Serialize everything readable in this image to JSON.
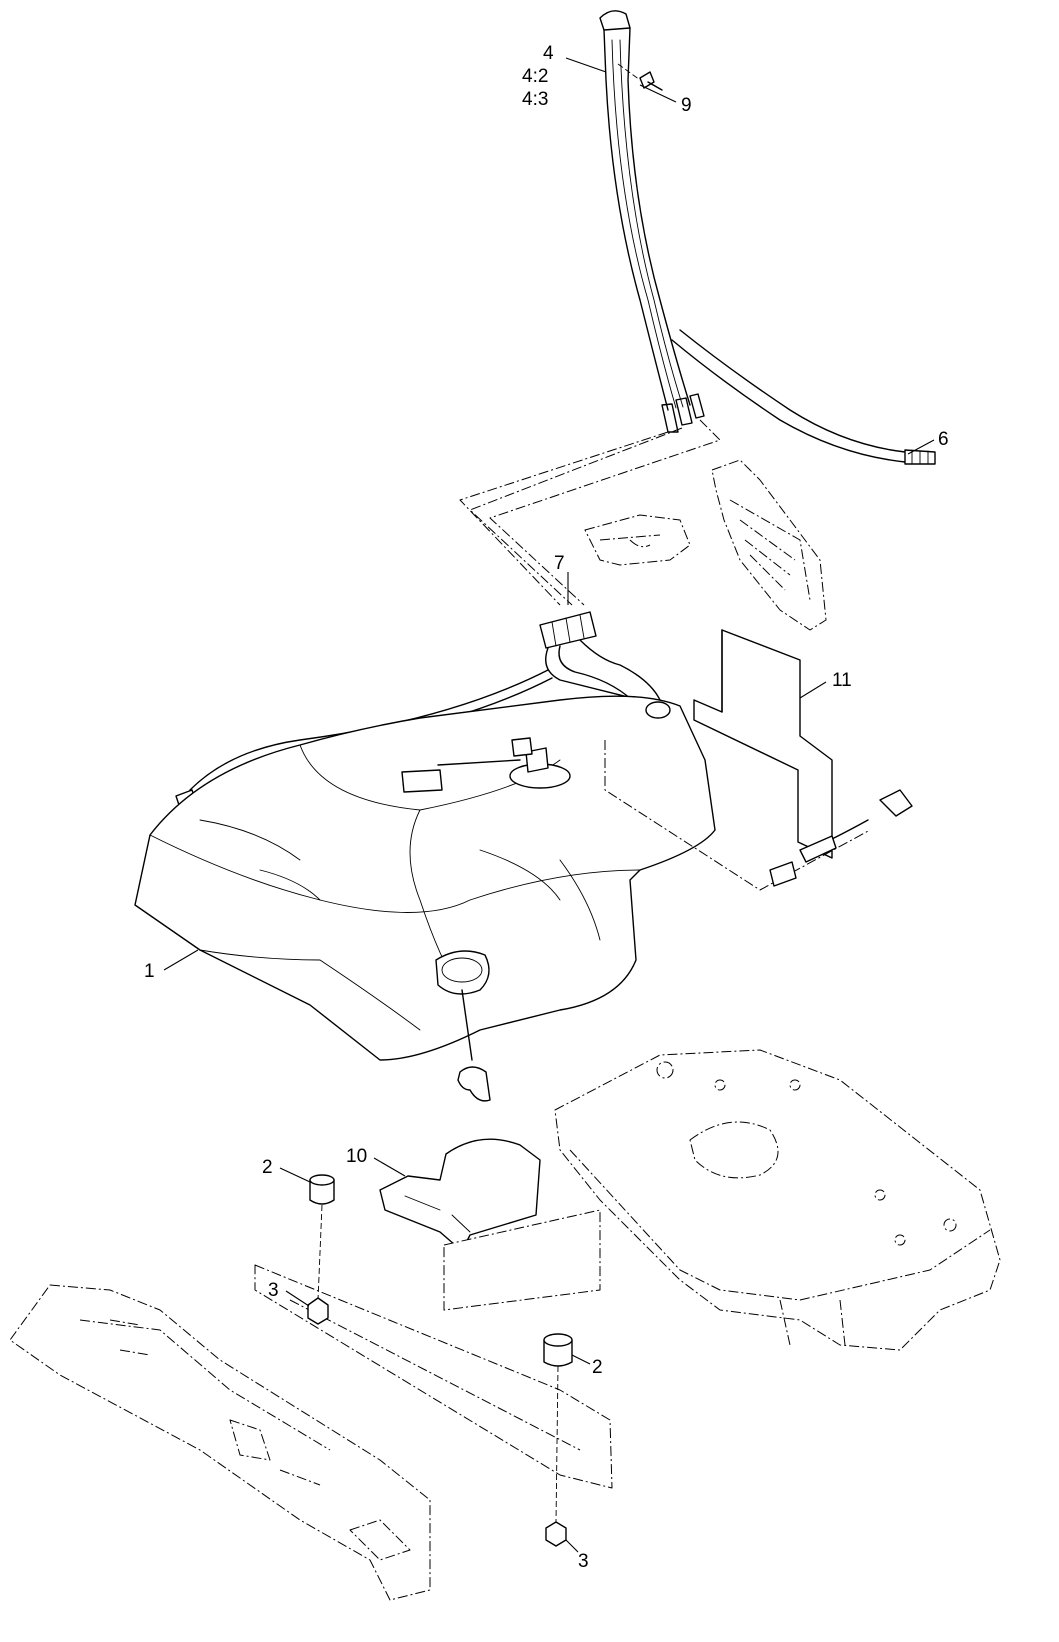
{
  "callouts": {
    "c1": "1",
    "c2a": "2",
    "c2b": "2",
    "c3a": "3",
    "c3b": "3",
    "c4": "4",
    "c4_2": "4:2",
    "c4_3": "4:3",
    "c6": "6",
    "c7": "7",
    "c9": "9",
    "c10": "10",
    "c11": "11"
  }
}
